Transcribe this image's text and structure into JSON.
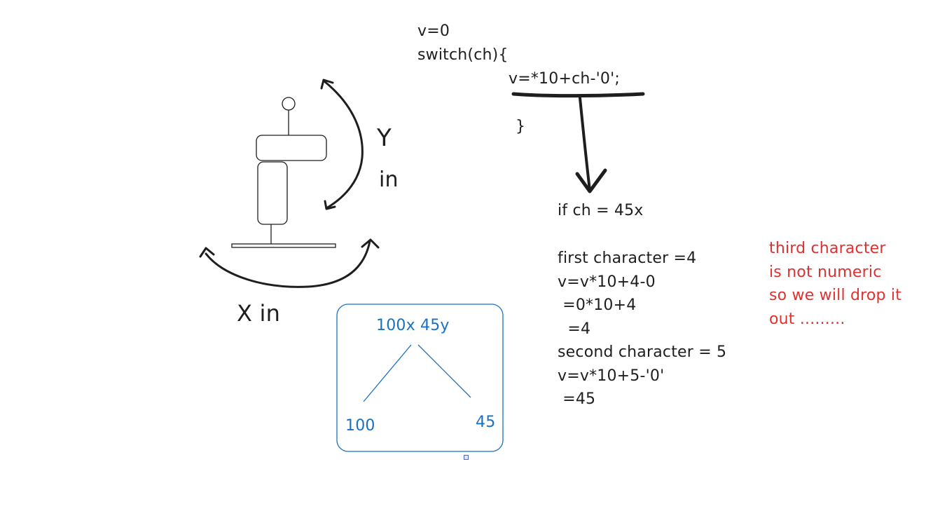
{
  "code": {
    "line1": "v=0",
    "line2": "switch(ch){",
    "line3": "v=*10+ch-'0';",
    "line4": "}"
  },
  "condition": "if ch = 45x",
  "steps": [
    "first character =4",
    "v=v*10+4-0",
    " =0*10+4",
    "  =4",
    "second character = 5",
    "v=v*10+5-'0'",
    " =45"
  ],
  "note": [
    "third character",
    "is not numeric",
    "so we will drop it",
    "out ........."
  ],
  "robot": {
    "y_label": "Y",
    "y_unit": "in",
    "x_label": "X in"
  },
  "split_box": {
    "top": "100x 45y",
    "left": "100",
    "right": "45"
  },
  "colors": {
    "ink": "#1e1e1e",
    "note_red": "#e03131",
    "box_blue": "#1971c2"
  }
}
